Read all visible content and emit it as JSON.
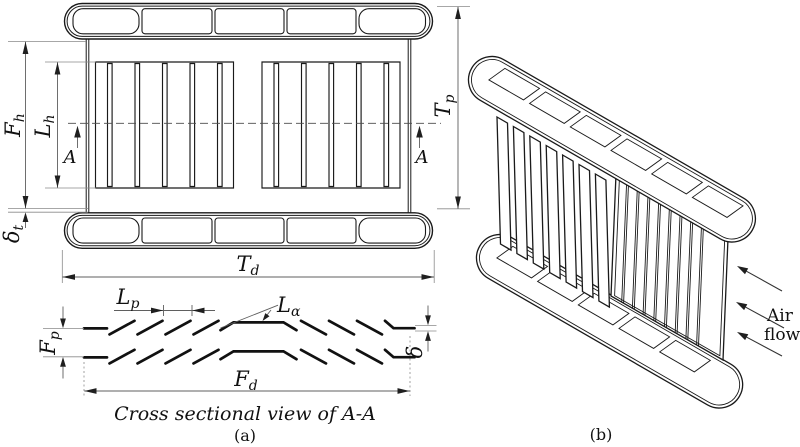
{
  "panel_a": {
    "tag": "(a)",
    "caption": "Cross sectional view of A-A",
    "labels": {
      "fin_height": {
        "base": "F",
        "sub": "h"
      },
      "louver_height": {
        "base": "L",
        "sub": "h"
      },
      "tube_pitch": {
        "base": "T",
        "sub": "p"
      },
      "tube_depth": {
        "base": "T",
        "sub": "d"
      },
      "tube_wall": {
        "base": "δ",
        "sub": "t"
      },
      "louver_pitch": {
        "base": "L",
        "sub": "p"
      },
      "louver_angle": {
        "base": "L",
        "sub": "α"
      },
      "fin_pitch": {
        "base": "F",
        "sub": "p"
      },
      "fin_thickness": {
        "base": "δ",
        "sub": ""
      },
      "fin_depth": {
        "base": "F",
        "sub": "d"
      },
      "section_left": "A",
      "section_right": "A"
    }
  },
  "panel_b": {
    "tag": "(b)",
    "air_flow": {
      "line1": "Air",
      "line2": "flow"
    }
  },
  "colors": {
    "line": "#1a1a1a",
    "dimension_line": "#5f5f5f",
    "louver_stroke": "#111111",
    "background": "#ffffff"
  }
}
